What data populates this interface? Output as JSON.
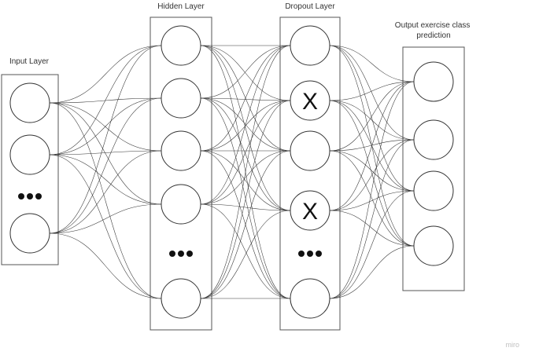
{
  "layers": [
    {
      "id": "input",
      "label": "Input Layer",
      "nodes": [
        "node",
        "node",
        "ellipsis",
        "node"
      ]
    },
    {
      "id": "hidden",
      "label": "Hidden Layer",
      "nodes": [
        "node",
        "node",
        "node",
        "node",
        "ellipsis",
        "node"
      ]
    },
    {
      "id": "dropout",
      "label": "Dropout Layer",
      "nodes": [
        "node",
        "dropped",
        "node",
        "dropped",
        "ellipsis",
        "node"
      ]
    },
    {
      "id": "output",
      "label": "Output exercise class prediction",
      "nodes": [
        "node",
        "node",
        "node",
        "node"
      ]
    }
  ],
  "dropout_mark": "X",
  "watermark": "miro"
}
